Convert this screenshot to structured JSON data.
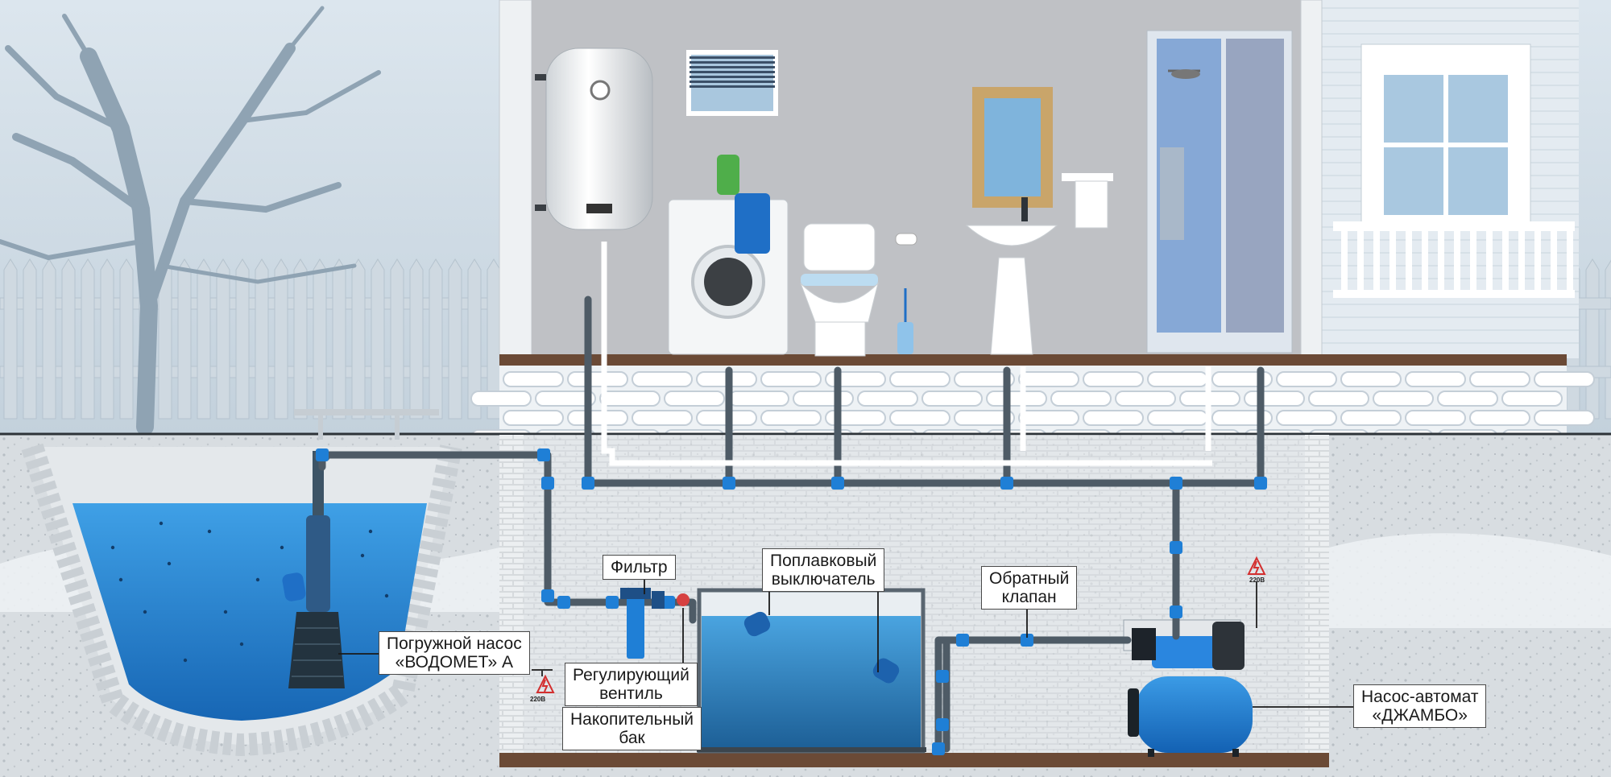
{
  "callouts": {
    "filter": "Фильтр",
    "float_switch": [
      "Поплавковый",
      "выключатель"
    ],
    "check_valve": [
      "Обратный",
      "клапан"
    ],
    "submersible_pump": [
      "Погружной насос",
      "«ВОДОМЕТ» А"
    ],
    "regulating_valve": [
      "Регулирующий",
      "вентиль"
    ],
    "storage_tank": [
      "Накопительный",
      "бак"
    ],
    "pump_station": [
      "Насос-автомат",
      "«ДЖАМБО»"
    ]
  },
  "voltage_labels": [
    "220В",
    "220В"
  ],
  "icons": [
    "high-voltage-icon",
    "shower-icon",
    "window-blinds-icon",
    "washing-machine-icon",
    "toilet-icon",
    "sink-icon",
    "water-heater-icon"
  ],
  "colors": {
    "water": "#2f8fd8",
    "pipe": "#4e5b66",
    "fitting": "#1f7fd6",
    "ground": "#d9dee3",
    "floor": "#6b4a36"
  }
}
